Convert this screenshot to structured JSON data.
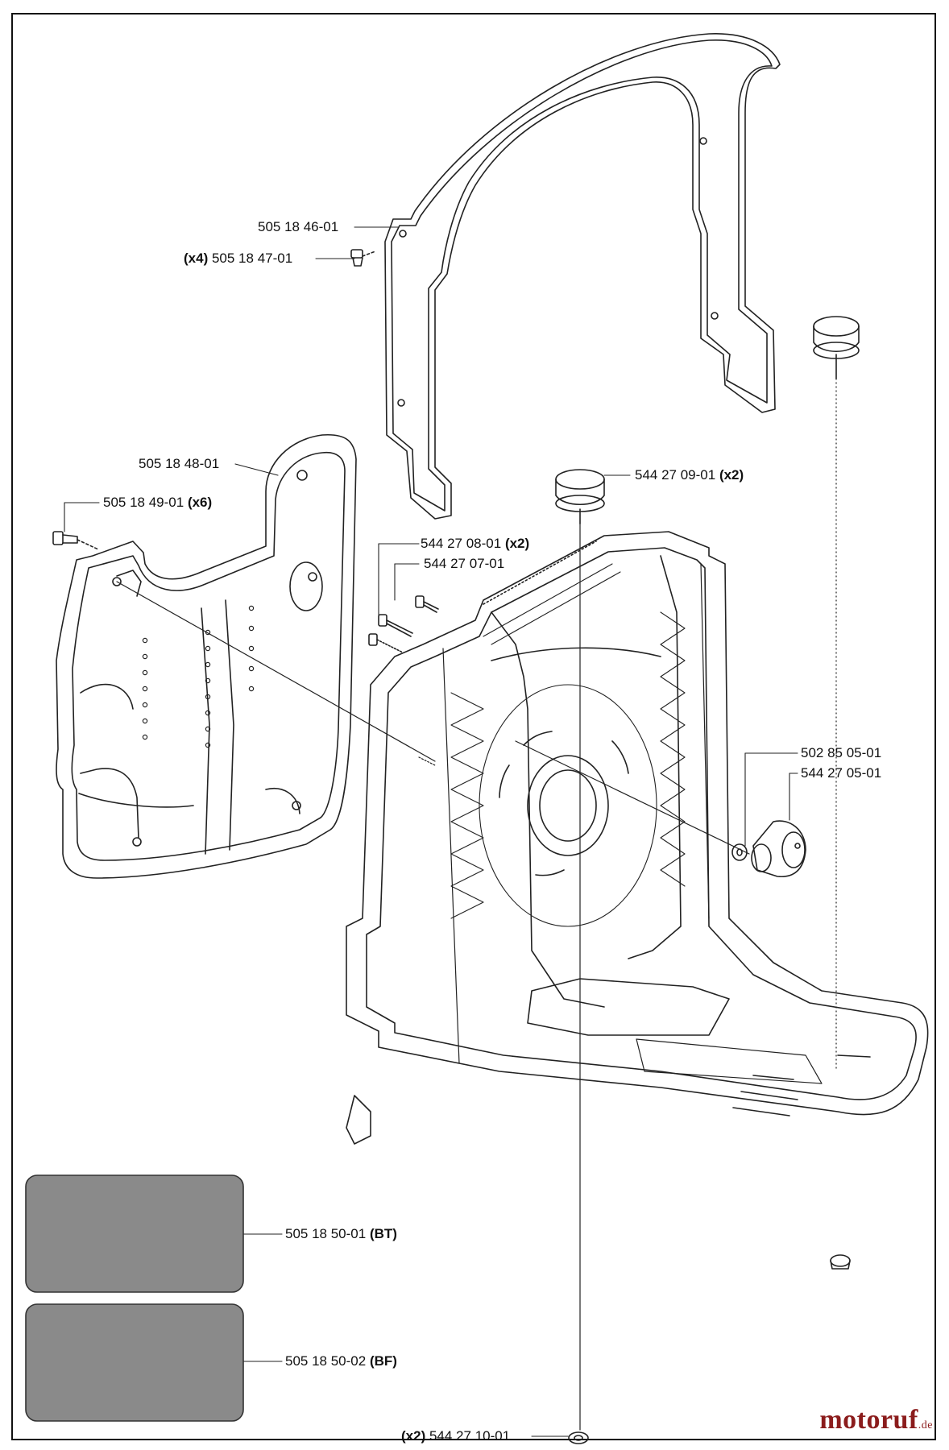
{
  "diagram": {
    "parts": [
      {
        "id": "p1",
        "qty": "",
        "number": "505 18 46-01",
        "suffix": "",
        "name": "harness-plate"
      },
      {
        "id": "p2",
        "qty": "(x4)",
        "number": "505 18 47-01",
        "suffix": "",
        "name": "screw"
      },
      {
        "id": "p3",
        "qty": "",
        "number": "505 18 48-01",
        "suffix": "",
        "name": "back-pad-plate"
      },
      {
        "id": "p4",
        "qty": "",
        "number": "505 18 49-01",
        "suffix": "(x6)",
        "name": "screw"
      },
      {
        "id": "p5",
        "qty": "",
        "number": "544 27 09-01",
        "suffix": "(x2)",
        "name": "rubber-damper"
      },
      {
        "id": "p6",
        "qty": "",
        "number": "544 27 08-01",
        "suffix": "(x2)",
        "name": "screw"
      },
      {
        "id": "p7",
        "qty": "",
        "number": "544 27 07-01",
        "suffix": "",
        "name": "screw"
      },
      {
        "id": "p8",
        "qty": "",
        "number": "502 85 05-01",
        "suffix": "",
        "name": "washer"
      },
      {
        "id": "p9",
        "qty": "",
        "number": "544 27 05-01",
        "suffix": "",
        "name": "knob"
      },
      {
        "id": "p10",
        "qty": "",
        "number": "505 18 50-01",
        "suffix": "(BT)",
        "name": "pad-bt"
      },
      {
        "id": "p11",
        "qty": "",
        "number": "505 18 50-02",
        "suffix": "(BF)",
        "name": "pad-bf"
      },
      {
        "id": "p12",
        "qty": "(x2)",
        "number": "544 27 10-01",
        "suffix": "",
        "name": "foot-damper"
      }
    ]
  },
  "watermark": {
    "brand": "motoruf",
    "tld": ".de",
    "color": "#8b1c1c"
  }
}
